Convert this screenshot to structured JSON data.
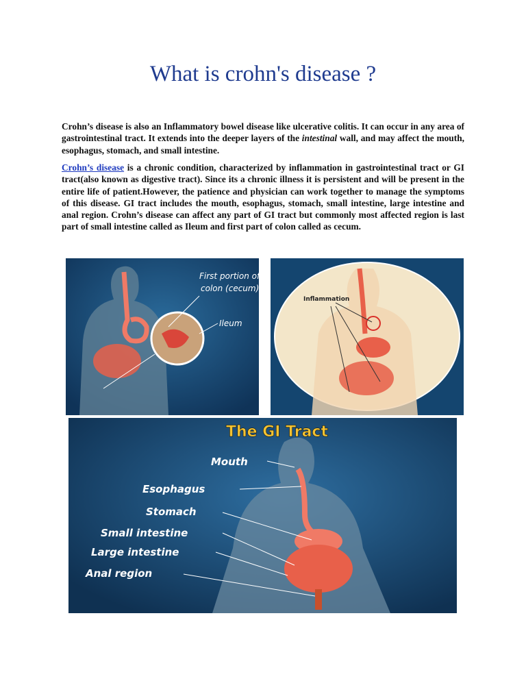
{
  "title": "What is crohn's disease ?",
  "paragraph1": {
    "before_italic": "Crohn’s disease is also an Inflammatory bowel disease like ulcerative colitis. It can occur in any area of gastrointestinal tract. It extends into the deeper layers of the ",
    "italic": "intestinal",
    "after_italic": " wall, and may affect the mouth, esophagus, stomach, and small intestine."
  },
  "paragraph2": {
    "link": "Crohn’s disease",
    "text": " is a chronic condition, characterized by inflammation in gastrointestinal tract or GI tract(also known as digestive tract). Since its a chronic illness it is persistent and will be present in the entire life of patient.However, the patience and physician can work together to manage the symptoms of this disease. GI tract includes the mouth, esophagus, stomach, small intestine, large intestine and anal region. Crohn’s disease can affect any part of GI tract but commonly most affected region is last part of small intestine called as Ileum and first part of colon called as cecum."
  },
  "figure1": {
    "label_cecum_1": "First portion of the",
    "label_cecum_2": "colon (cecum)",
    "label_ileum": "Ileum"
  },
  "figure2": {
    "label_inflammation": "Inflammation"
  },
  "figure3": {
    "title": "The GI Tract",
    "labels": [
      "Mouth",
      "Esophagus",
      "Stomach",
      "Small intestine",
      "Large intestine",
      "Anal region"
    ]
  },
  "colors": {
    "title": "#1f3b8f",
    "link": "#1f3bbf",
    "figure_bg": "#1d4f7c",
    "organ": "#e8604a"
  }
}
